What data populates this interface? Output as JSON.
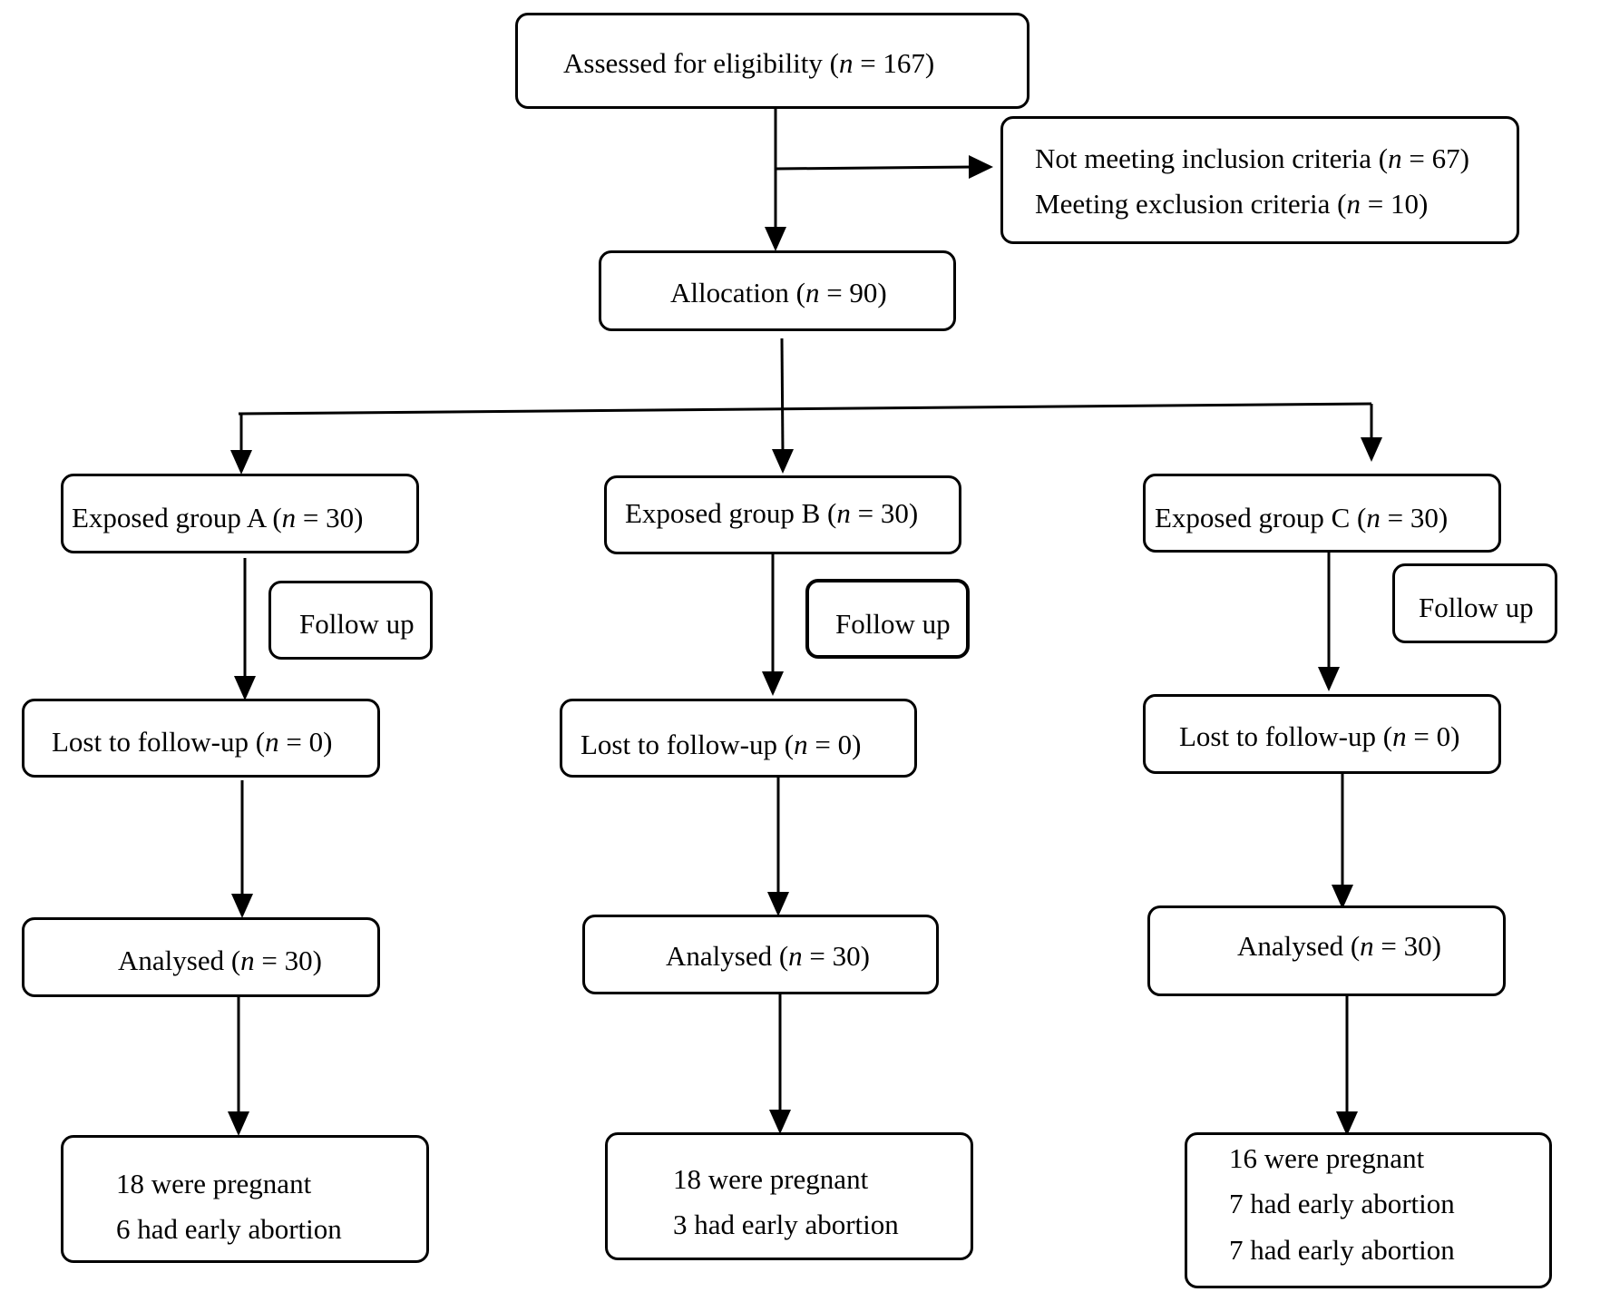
{
  "flowchart": {
    "eligibility": {
      "label": "Assessed for eligibility",
      "n": "167"
    },
    "excluded": {
      "not_meeting": {
        "label": "Not meeting inclusion criteria",
        "n": "67"
      },
      "meeting": {
        "label": "Meeting exclusion criteria",
        "n": "10"
      }
    },
    "allocation": {
      "label": "Allocation",
      "n": "90"
    },
    "groups": [
      {
        "label": "Exposed group A",
        "n": "30",
        "follow_up": "Follow up",
        "lost": {
          "label": "Lost to follow-up",
          "n": "0"
        },
        "analysed": {
          "label": "Analysed",
          "n": "30"
        },
        "outcomes": [
          "18 were pregnant",
          "6 had early abortion"
        ]
      },
      {
        "label": "Exposed group B",
        "n": "30",
        "follow_up": "Follow up",
        "lost": {
          "label": "Lost to follow-up",
          "n": "0"
        },
        "analysed": {
          "label": "Analysed",
          "n": "30"
        },
        "outcomes": [
          "18 were pregnant",
          "3 had early abortion"
        ]
      },
      {
        "label": "Exposed group C",
        "n": "30",
        "follow_up": "Follow up",
        "lost": {
          "label": "Lost to follow-up",
          "n": "0"
        },
        "analysed": {
          "label": "Analysed",
          "n": "30"
        },
        "outcomes": [
          "16 were pregnant",
          "7 had early abortion",
          "7 had early abortion"
        ]
      }
    ],
    "n_symbol": "n"
  }
}
